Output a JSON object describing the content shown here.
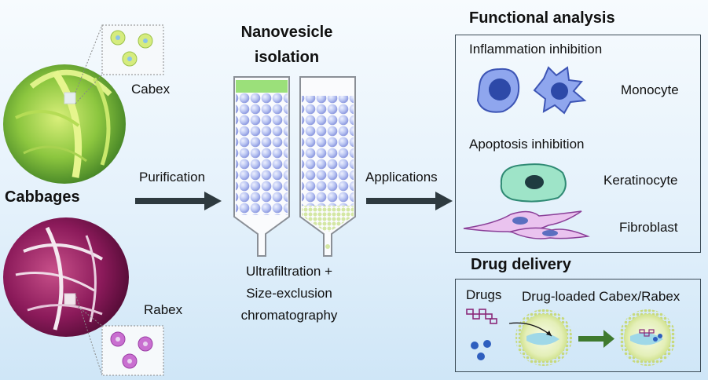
{
  "left": {
    "cabbages_label": "Cabbages",
    "cabex_label": "Cabex",
    "rabex_label": "Rabex"
  },
  "steps": {
    "purification_label": "Purification",
    "applications_label": "Applications"
  },
  "isolation": {
    "title_line1": "Nanovesicle",
    "title_line2": "isolation",
    "method_line1": "Ultrafiltration +",
    "method_line2": "Size-exclusion",
    "method_line3": "chromatography"
  },
  "functional_analysis": {
    "title": "Functional analysis",
    "inflammation_label": "Inflammation inhibition",
    "monocyte_label": "Monocyte",
    "apoptosis_label": "Apoptosis inhibition",
    "keratinocyte_label": "Keratinocyte",
    "fibroblast_label": "Fibroblast"
  },
  "drug_delivery": {
    "title": "Drug delivery",
    "drugs_label": "Drugs",
    "loaded_label": "Drug-loaded Cabex/Rabex"
  },
  "colors": {
    "arrow_dark": "#2e3a3f",
    "arrow_green": "#3f7a2e",
    "bead_blue": "#b9c4f2",
    "column_band": "#9be07a",
    "green_cabbage": "#8cc63f",
    "red_cabbage": "#8b1a5a",
    "monocyte_blue": "#5f7de0",
    "keratinocyte_teal": "#7fd8b8",
    "fibroblast_pink": "#e9b8ea"
  }
}
